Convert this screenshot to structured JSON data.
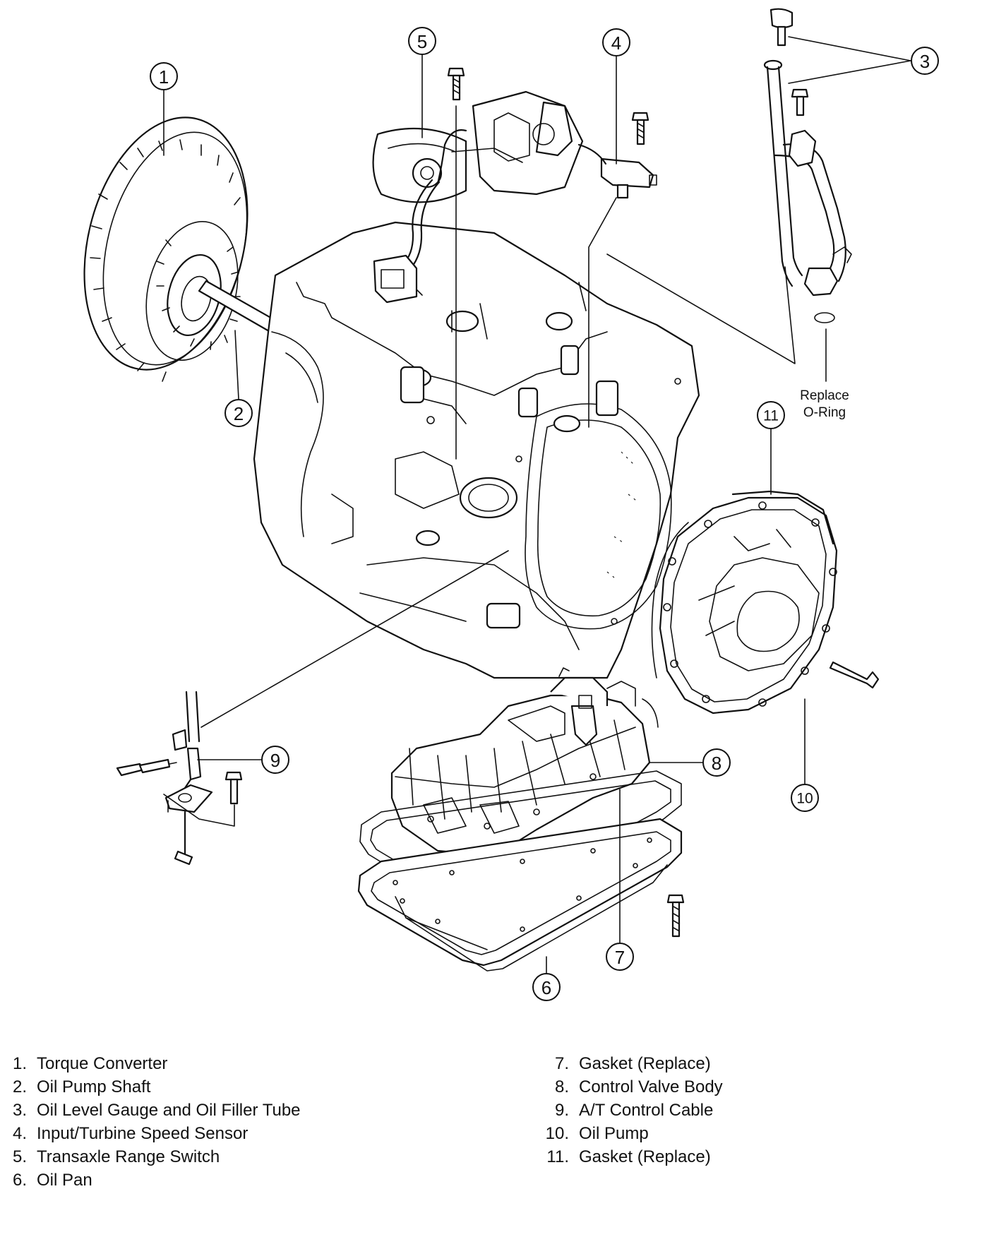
{
  "callouts": [
    {
      "id": "1",
      "label": "1"
    },
    {
      "id": "2",
      "label": "2"
    },
    {
      "id": "3",
      "label": "3"
    },
    {
      "id": "4",
      "label": "4"
    },
    {
      "id": "5",
      "label": "5"
    },
    {
      "id": "6",
      "label": "6"
    },
    {
      "id": "7",
      "label": "7"
    },
    {
      "id": "8",
      "label": "8"
    },
    {
      "id": "9",
      "label": "9"
    },
    {
      "id": "10",
      "label": "10"
    },
    {
      "id": "11",
      "label": "11"
    }
  ],
  "note": {
    "line1": "Replace",
    "line2": "O-Ring"
  },
  "legend": {
    "left": [
      {
        "num": "1.",
        "text": "Torque Converter"
      },
      {
        "num": "2.",
        "text": "Oil Pump Shaft"
      },
      {
        "num": "3.",
        "text": "Oil Level Gauge and Oil Filler Tube"
      },
      {
        "num": "4.",
        "text": "Input/Turbine Speed Sensor"
      },
      {
        "num": "5.",
        "text": "Transaxle Range Switch"
      },
      {
        "num": "6.",
        "text": "Oil Pan"
      }
    ],
    "right": [
      {
        "num": "7.",
        "text": "Gasket (Replace)"
      },
      {
        "num": "8.",
        "text": "Control Valve Body"
      },
      {
        "num": "9.",
        "text": "A/T Control Cable"
      },
      {
        "num": "10.",
        "text": "Oil Pump"
      },
      {
        "num": "11.",
        "text": "Gasket (Replace)"
      }
    ]
  }
}
